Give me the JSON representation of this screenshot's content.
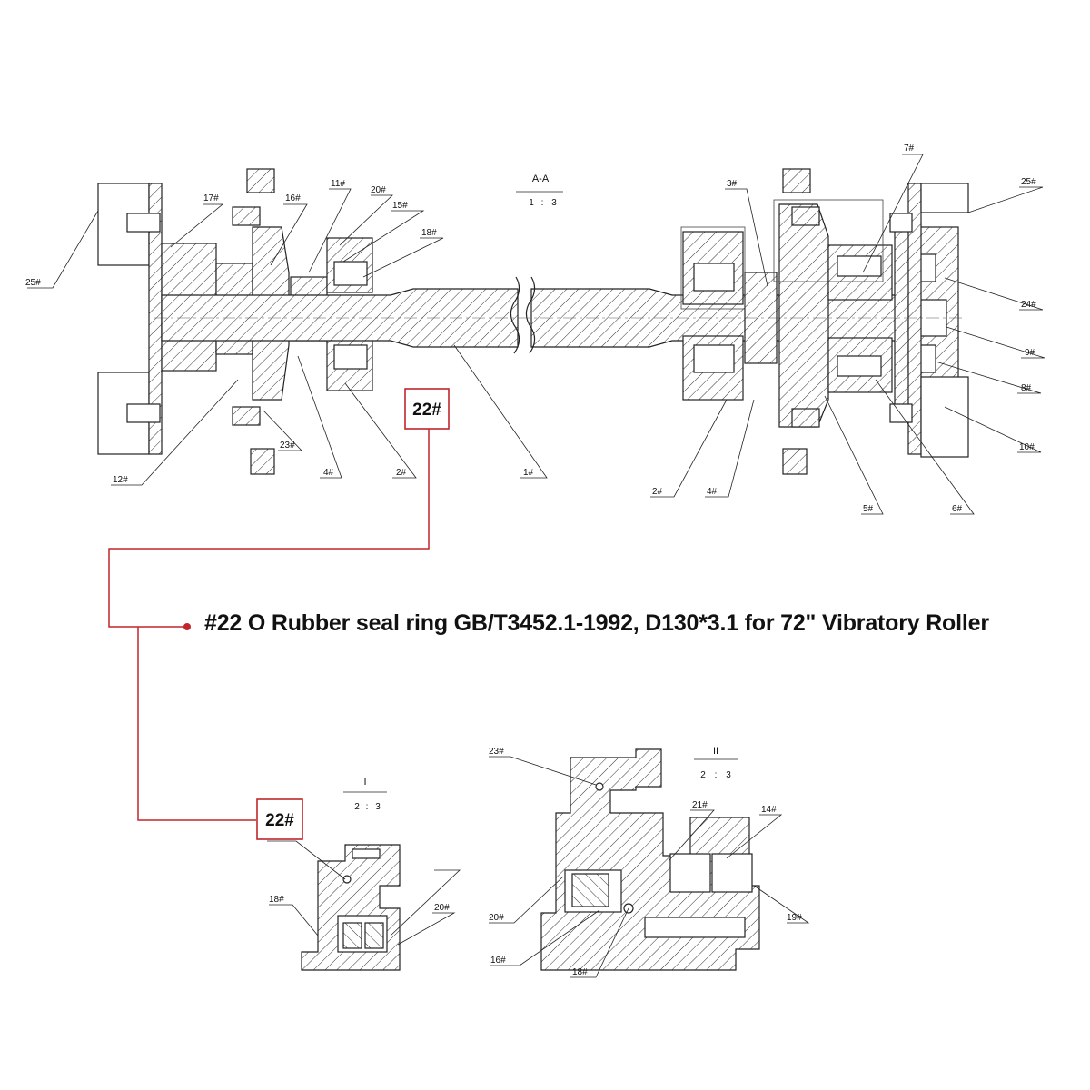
{
  "colors": {
    "ink": "#222222",
    "accent": "#c0262c",
    "background": "#ffffff"
  },
  "section_views": {
    "main": {
      "name": "A-A",
      "scale_left": "1",
      "scale_right": "3"
    },
    "detail_1": {
      "name": "I",
      "scale_left": "2",
      "scale_right": "3"
    },
    "detail_2": {
      "name": "II",
      "scale_left": "2",
      "scale_right": "3"
    }
  },
  "callout_label": "22#",
  "caption": "#22 O Rubber seal ring GB/T3452.1-1992, D130*3.1 for 72\" Vibratory Roller",
  "labels": {
    "main": [
      "25#",
      "17#",
      "16#",
      "11#",
      "20#",
      "15#",
      "18#",
      "12#",
      "23#",
      "4#",
      "2#",
      "1#",
      "3#",
      "7#",
      "25#",
      "24#",
      "9#",
      "8#",
      "10#",
      "2#",
      "4#",
      "5#",
      "6#"
    ],
    "detail_1": [
      "18#",
      "20#"
    ],
    "detail_2": [
      "23#",
      "21#",
      "14#",
      "20#",
      "19#",
      "16#",
      "18#"
    ]
  }
}
